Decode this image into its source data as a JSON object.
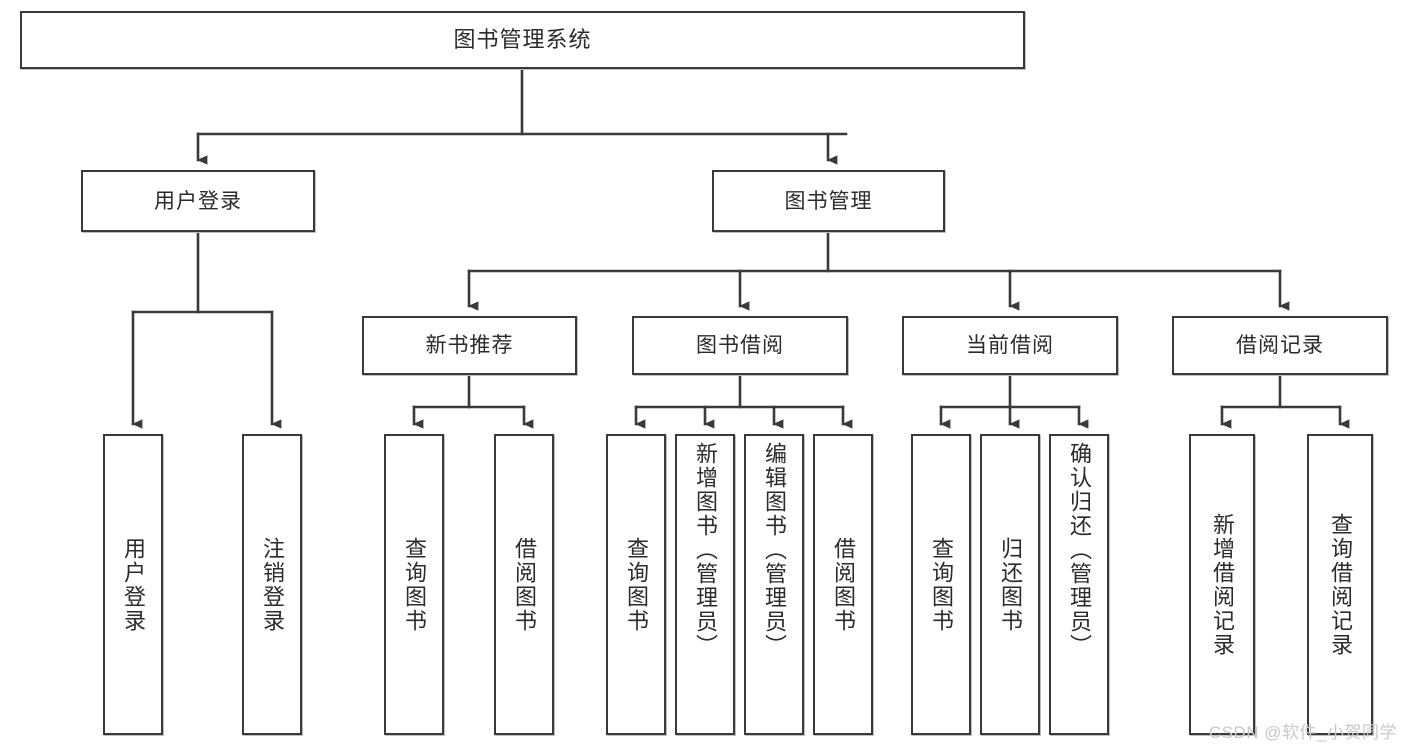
{
  "diagram": {
    "title": "图书管理系统",
    "type": "hierarchy-tree",
    "root": {
      "label": "图书管理系统"
    },
    "level2": [
      {
        "label": "用户登录"
      },
      {
        "label": "图书管理"
      }
    ],
    "level3": [
      {
        "label": "新书推荐"
      },
      {
        "label": "图书借阅"
      },
      {
        "label": "当前借阅"
      },
      {
        "label": "借阅记录"
      }
    ],
    "leaves": {
      "user_login": [
        {
          "label": "用户登录"
        },
        {
          "label": "注销登录"
        }
      ],
      "new_book_recommend": [
        {
          "label": "查询图书"
        },
        {
          "label": "借阅图书"
        }
      ],
      "book_borrow": [
        {
          "label": "查询图书"
        },
        {
          "label": "新增图书（管理员）"
        },
        {
          "label": "编辑图书（管理员）"
        },
        {
          "label": "借阅图书"
        }
      ],
      "current_borrow": [
        {
          "label": "查询图书"
        },
        {
          "label": "归还图书"
        },
        {
          "label": "确认归还（管理员）"
        }
      ],
      "borrow_record": [
        {
          "label": "新增借阅记录"
        },
        {
          "label": "查询借阅记录"
        }
      ]
    }
  },
  "watermark": {
    "text": "CSDN @软件_小贺同学"
  },
  "colors": {
    "box_border": "#3a3a3a",
    "box_fill": "#ffffff",
    "text": "#2b2b2b",
    "connector": "#3a3a3a",
    "watermark": "#c9c9c9"
  }
}
